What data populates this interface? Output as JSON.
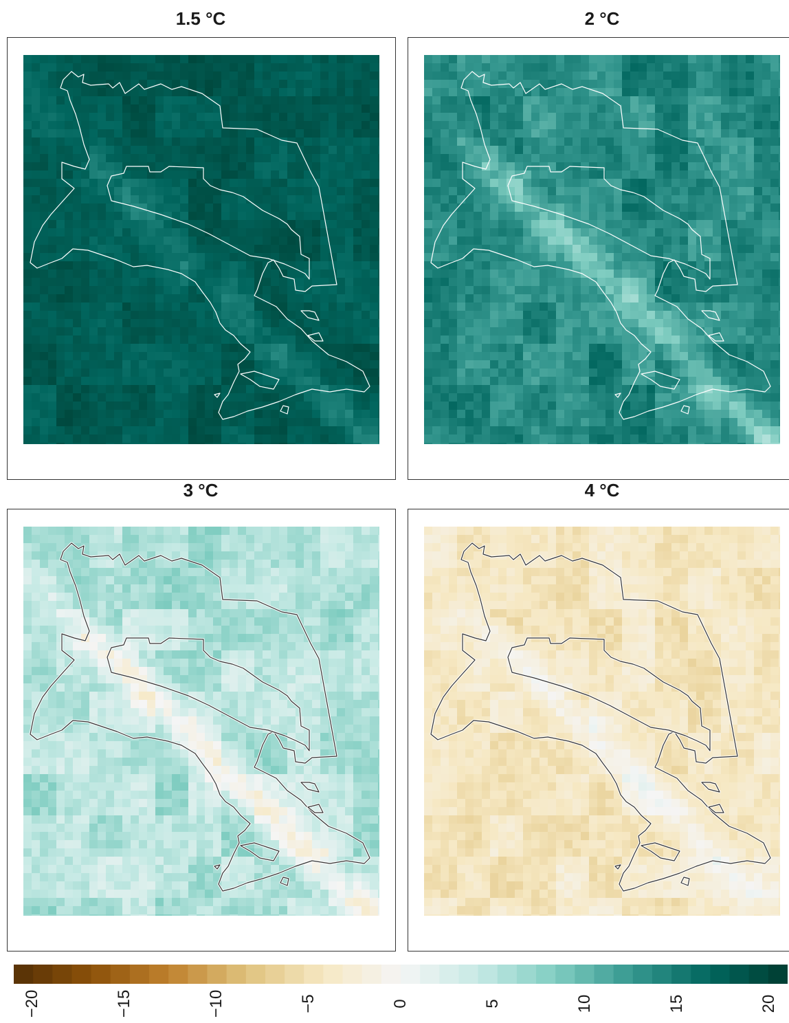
{
  "chart_data": {
    "type": "heatmap",
    "panels": [
      {
        "title": "1.5 °C",
        "level": 17,
        "outline": "#ffffff",
        "band": -2.5,
        "shade_range": 2.2
      },
      {
        "title": "2 °C",
        "level": 13,
        "outline": "#ffffff",
        "band": -5,
        "shade_range": 3.5
      },
      {
        "title": "3 °C",
        "level": 5,
        "outline": "#333333",
        "band": -6.5,
        "shade_range": 4
      },
      {
        "title": "4 °C",
        "level": -4,
        "outline": "#333333",
        "band": 3.5,
        "shade_range": 3
      }
    ],
    "colorbar": {
      "min": -20,
      "max": 20,
      "step": 1,
      "ticks": [
        -20,
        -15,
        -10,
        -5,
        0,
        5,
        10,
        15,
        20
      ],
      "tick_labels": [
        "−20",
        "−15",
        "−10",
        "−5",
        "0",
        "5",
        "10",
        "15",
        "20"
      ],
      "palette": [
        "#543005",
        "#8c510a",
        "#bf812d",
        "#dfc27d",
        "#f6e8c3",
        "#f5f5f5",
        "#c7eae5",
        "#80cdc1",
        "#35978f",
        "#01665e",
        "#003c30"
      ],
      "palette_name": "BrBG",
      "orientation": "horizontal"
    },
    "grid": false,
    "legend_position": "bottom"
  }
}
